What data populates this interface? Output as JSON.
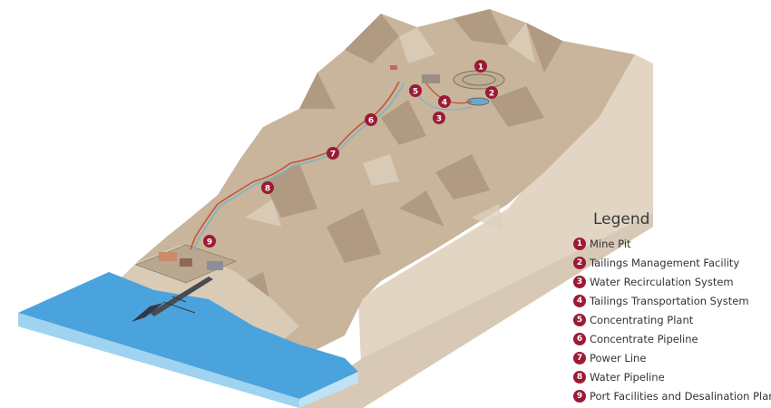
{
  "legend": {
    "title": "Legend",
    "items": [
      {
        "num": "1",
        "label": "Mine Pit"
      },
      {
        "num": "2",
        "label": "Tailings Management Facility"
      },
      {
        "num": "3",
        "label": "Water Recirculation System"
      },
      {
        "num": "4",
        "label": "Tailings Transportation System"
      },
      {
        "num": "5",
        "label": "Concentrating Plant"
      },
      {
        "num": "6",
        "label": "Concentrate Pipeline"
      },
      {
        "num": "7",
        "label": "Power Line"
      },
      {
        "num": "8",
        "label": "Water Pipeline"
      },
      {
        "num": "9",
        "label": "Port Facilities and Desalination Plant"
      }
    ]
  },
  "markers": [
    "1",
    "2",
    "3",
    "4",
    "5",
    "6",
    "7",
    "8",
    "9"
  ],
  "colors": {
    "badge": "#9b1b35",
    "terrain": "#c8b59c",
    "terrain_shadow": "#a8927a",
    "block_side": "#e2d5c4",
    "sea": "#4aa3dc",
    "sea_side": "#9fd3f0",
    "pipeline_red": "#c0563a",
    "pipeline_blue": "#7fb3c4"
  }
}
